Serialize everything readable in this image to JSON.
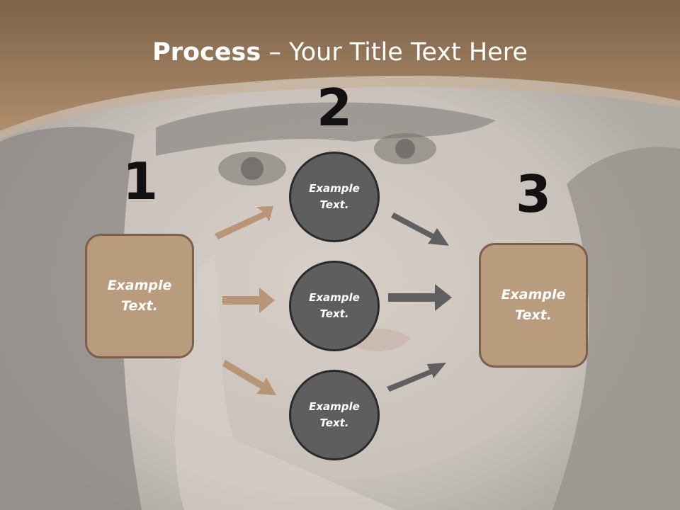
{
  "title": {
    "bold": "Process",
    "rest": " – Your Title Text Here"
  },
  "steps": [
    {
      "number": "1",
      "line1": "Example",
      "line2": "Text."
    },
    {
      "number": "2"
    },
    {
      "number": "3",
      "line1": "Example",
      "line2": "Text."
    }
  ],
  "circles": [
    {
      "line1": "Example",
      "line2": "Text."
    },
    {
      "line1": "Example",
      "line2": "Text."
    },
    {
      "line1": "Example",
      "line2": "Text."
    }
  ],
  "colors": {
    "header_brown": "#a3805e",
    "box_fill": "#b99b7d",
    "box_border": "#7a604d",
    "circle_fill": "#5e5e5e",
    "arrow_tan": "#b48f6e",
    "arrow_gray": "#5f5f5f"
  }
}
